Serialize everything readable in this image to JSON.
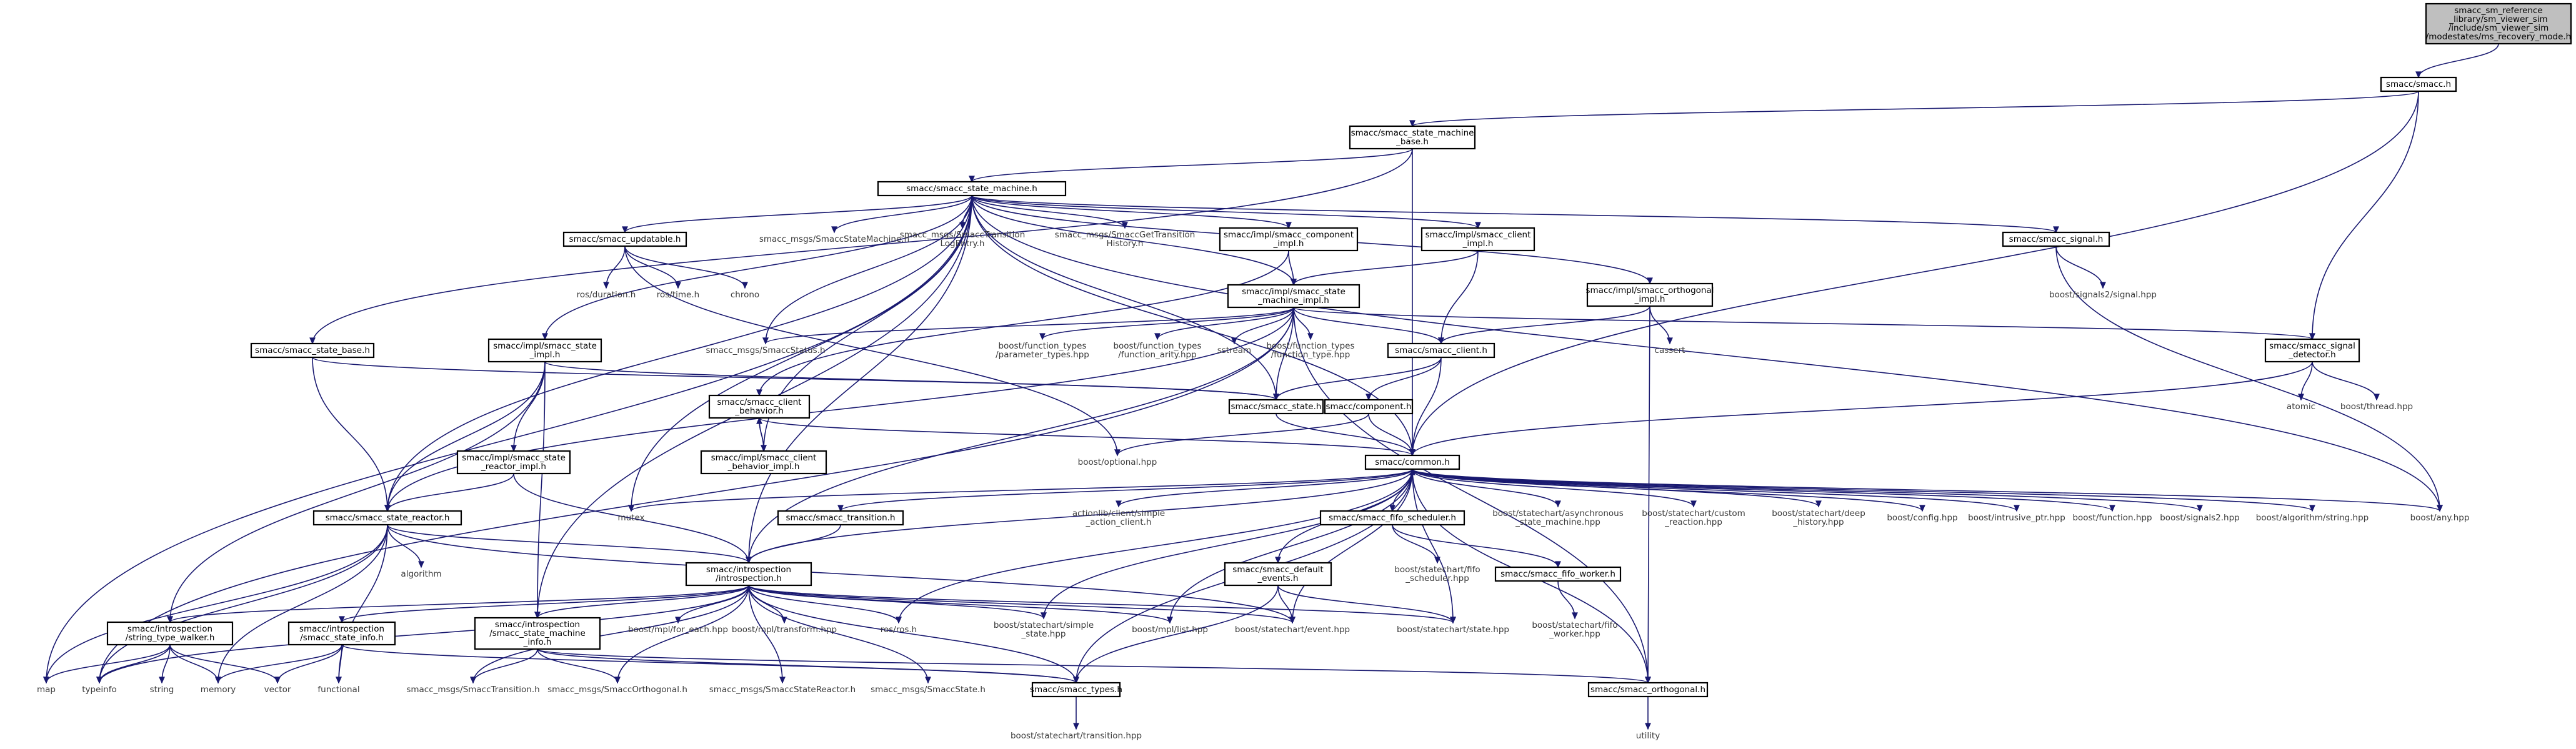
{
  "diagram": {
    "nodes": {
      "root": [
        "smacc_sm_reference",
        "_library/sm_viewer_sim",
        "/include/sm_viewer_sim",
        "/modestates/ms_recovery_mode.h"
      ],
      "smacc_h": [
        "smacc/smacc.h"
      ],
      "state_machine_base": [
        "smacc/smacc_state_machine",
        "_base.h"
      ],
      "state_machine": [
        "smacc/smacc_state_machine.h"
      ],
      "map": [
        "map"
      ],
      "state_base": [
        "smacc/smacc_state_base.h"
      ],
      "state_reactor": [
        "smacc/smacc_state_reactor.h"
      ],
      "updatable": [
        "smacc/smacc_updatable.h"
      ],
      "ros_duration": [
        "ros/duration.h"
      ],
      "ros_time": [
        "ros/time.h"
      ],
      "chrono": [
        "chrono"
      ],
      "msg_state_machine": [
        "smacc_msgs/SmaccStateMachine.h"
      ],
      "msg_transition_log": [
        "smacc_msgs/SmaccTransition",
        "LogEntry.h"
      ],
      "msg_get_transition": [
        "smacc_msgs/SmaccGetTransition",
        "History.h"
      ],
      "component_impl": [
        "smacc/impl/smacc_component",
        "_impl.h"
      ],
      "client_impl": [
        "smacc/impl/smacc_client",
        "_impl.h"
      ],
      "orthogonal_impl": [
        "smacc/impl/smacc_orthogonal",
        "_impl.h"
      ],
      "signal_h": [
        "smacc/smacc_signal.h"
      ],
      "signals2_signal": [
        "boost/signals2/signal.hpp"
      ],
      "state_machine_impl": [
        "smacc/impl/smacc_state",
        "_machine_impl.h"
      ],
      "state_impl": [
        "smacc/impl/smacc_state",
        "_impl.h"
      ],
      "msg_status": [
        "smacc_msgs/SmaccStatus.h"
      ],
      "ft_param_types": [
        "boost/function_types",
        "/parameter_types.hpp"
      ],
      "ft_arity": [
        "boost/function_types",
        "/function_arity.hpp"
      ],
      "sstream": [
        "sstream"
      ],
      "ft_type": [
        "boost/function_types",
        "/function_type.hpp"
      ],
      "client_h": [
        "smacc/smacc_client.h"
      ],
      "cassert": [
        "cassert"
      ],
      "signal_detector": [
        "smacc/smacc_signal",
        "_detector.h"
      ],
      "client_behavior": [
        "smacc/smacc_client",
        "_behavior.h"
      ],
      "state_h": [
        "smacc/smacc_state.h"
      ],
      "component_h": [
        "smacc/component.h"
      ],
      "atomic": [
        "atomic"
      ],
      "thread_hpp": [
        "boost/thread.hpp"
      ],
      "state_reactor_impl": [
        "smacc/impl/smacc_state",
        "_reactor_impl.h"
      ],
      "client_behavior_impl": [
        "smacc/impl/smacc_client",
        "_behavior_impl.h"
      ],
      "optional_hpp": [
        "boost/optional.hpp"
      ],
      "common_h": [
        "smacc/common.h"
      ],
      "mutex": [
        "mutex"
      ],
      "transition_h": [
        "smacc/smacc_transition.h"
      ],
      "action_client": [
        "actionlib/client/simple",
        "_action_client.h"
      ],
      "fifo_scheduler": [
        "smacc/smacc_fifo_scheduler.h"
      ],
      "sc_async": [
        "boost/statechart/asynchronous",
        "_state_machine.hpp"
      ],
      "sc_custom": [
        "boost/statechart/custom",
        "_reaction.hpp"
      ],
      "sc_deep": [
        "boost/statechart/deep",
        "_history.hpp"
      ],
      "config_hpp": [
        "boost/config.hpp"
      ],
      "intrusive_ptr": [
        "boost/intrusive_ptr.hpp"
      ],
      "function_hpp": [
        "boost/function.hpp"
      ],
      "signals2_hpp": [
        "boost/signals2.hpp"
      ],
      "algorithm_string": [
        "boost/algorithm/string.hpp"
      ],
      "any_hpp": [
        "boost/any.hpp"
      ],
      "algorithm": [
        "algorithm"
      ],
      "introspection_h": [
        "smacc/introspection",
        "/introspection.h"
      ],
      "sc_fifo_scheduler": [
        "boost/statechart/fifo",
        "_scheduler.hpp"
      ],
      "fifo_worker": [
        "smacc/smacc_fifo_worker.h"
      ],
      "default_events": [
        "smacc/smacc_default",
        "_events.h"
      ],
      "sc_fifo_worker": [
        "boost/statechart/fifo",
        "_worker.hpp"
      ],
      "string_type_walker": [
        "smacc/introspection",
        "/string_type_walker.h"
      ],
      "state_info": [
        "smacc/introspection",
        "/smacc_state_info.h"
      ],
      "sm_info": [
        "smacc/introspection",
        "/smacc_state_machine",
        "_info.h"
      ],
      "mpl_for_each": [
        "boost/mpl/for_each.hpp"
      ],
      "mpl_transform": [
        "boost/mpl/transform.hpp"
      ],
      "ros_h": [
        "ros/ros.h"
      ],
      "sc_simple_state": [
        "boost/statechart/simple",
        "_state.hpp"
      ],
      "mpl_list": [
        "boost/mpl/list.hpp"
      ],
      "sc_event": [
        "boost/statechart/event.hpp"
      ],
      "sc_state": [
        "boost/statechart/state.hpp"
      ],
      "typeinfo": [
        "typeinfo"
      ],
      "string": [
        "string"
      ],
      "memory": [
        "memory"
      ],
      "vector": [
        "vector"
      ],
      "functional": [
        "functional"
      ],
      "msg_transition": [
        "smacc_msgs/SmaccTransition.h"
      ],
      "msg_orthogonal": [
        "smacc_msgs/SmaccOrthogonal.h"
      ],
      "msg_state_reactor": [
        "smacc_msgs/SmaccStateReactor.h"
      ],
      "msg_state": [
        "smacc_msgs/SmaccState.h"
      ],
      "types_h": [
        "smacc/smacc_types.h"
      ],
      "orthogonal_h": [
        "smacc/smacc_orthogonal.h"
      ],
      "utility": [
        "utility"
      ],
      "sc_transition": [
        "boost/statechart/transition.hpp"
      ]
    },
    "edges": [
      [
        "root",
        "smacc_h"
      ],
      [
        "smacc_h",
        "state_machine_base"
      ],
      [
        "smacc_h",
        "common_h"
      ],
      [
        "smacc_h",
        "signal_detector"
      ],
      [
        "state_machine_base",
        "state_machine"
      ],
      [
        "state_machine_base",
        "state_base"
      ],
      [
        "state_machine_base",
        "common_h"
      ],
      [
        "state_base",
        "state_reactor"
      ],
      [
        "state_base",
        "state_h"
      ],
      [
        "state_machine",
        "map"
      ],
      [
        "state_machine",
        "state_reactor"
      ],
      [
        "state_machine",
        "updatable"
      ],
      [
        "state_machine",
        "msg_state_machine"
      ],
      [
        "state_machine",
        "msg_transition_log"
      ],
      [
        "state_machine",
        "msg_get_transition"
      ],
      [
        "state_machine",
        "component_impl"
      ],
      [
        "state_machine",
        "client_impl"
      ],
      [
        "state_machine",
        "orthogonal_impl"
      ],
      [
        "state_machine",
        "signal_h"
      ],
      [
        "state_machine",
        "state_machine_impl"
      ],
      [
        "state_machine",
        "state_impl"
      ],
      [
        "state_machine",
        "msg_status"
      ],
      [
        "state_machine",
        "any_hpp"
      ],
      [
        "state_machine",
        "mutex"
      ],
      [
        "state_machine",
        "introspection_h"
      ],
      [
        "state_machine",
        "sm_info"
      ],
      [
        "state_machine",
        "client_behavior_impl"
      ],
      [
        "state_machine",
        "state_h"
      ],
      [
        "state_machine",
        "common_h"
      ],
      [
        "updatable",
        "ros_duration"
      ],
      [
        "updatable",
        "ros_time"
      ],
      [
        "updatable",
        "chrono"
      ],
      [
        "updatable",
        "optional_hpp"
      ],
      [
        "component_impl",
        "state_machine_impl"
      ],
      [
        "component_impl",
        "client_behavior"
      ],
      [
        "client_impl",
        "state_machine_impl"
      ],
      [
        "client_impl",
        "client_h"
      ],
      [
        "orthogonal_impl",
        "client_h"
      ],
      [
        "orthogonal_impl",
        "cassert"
      ],
      [
        "orthogonal_impl",
        "orthogonal_h"
      ],
      [
        "signal_h",
        "signals2_signal"
      ],
      [
        "signal_h",
        "any_hpp"
      ],
      [
        "state_machine_impl",
        "msg_status"
      ],
      [
        "state_machine_impl",
        "ft_param_types"
      ],
      [
        "state_machine_impl",
        "ft_arity"
      ],
      [
        "state_machine_impl",
        "sstream"
      ],
      [
        "state_machine_impl",
        "ft_type"
      ],
      [
        "state_machine_impl",
        "client_h"
      ],
      [
        "state_machine_impl",
        "signal_detector"
      ],
      [
        "state_machine_impl",
        "state_h"
      ],
      [
        "state_machine_impl",
        "state_reactor"
      ],
      [
        "state_machine_impl",
        "introspection_h"
      ],
      [
        "state_machine_impl",
        "orthogonal_h"
      ],
      [
        "state_machine_impl",
        "typeinfo"
      ],
      [
        "state_impl",
        "state_h"
      ],
      [
        "state_impl",
        "state_reactor"
      ],
      [
        "state_impl",
        "state_reactor_impl"
      ],
      [
        "state_impl",
        "string_type_walker"
      ],
      [
        "state_impl",
        "sm_info"
      ],
      [
        "client_h",
        "component_h"
      ],
      [
        "client_h",
        "state_h"
      ],
      [
        "client_h",
        "common_h"
      ],
      [
        "signal_detector",
        "atomic"
      ],
      [
        "signal_detector",
        "thread_hpp"
      ],
      [
        "signal_detector",
        "common_h"
      ],
      [
        "client_behavior",
        "client_behavior_impl"
      ],
      [
        "client_behavior",
        "common_h"
      ],
      [
        "client_behavior_impl",
        "client_behavior"
      ],
      [
        "state_h",
        "common_h"
      ],
      [
        "component_h",
        "common_h"
      ],
      [
        "component_h",
        "optional_hpp"
      ],
      [
        "state_reactor_impl",
        "state_reactor"
      ],
      [
        "state_reactor_impl",
        "introspection_h"
      ],
      [
        "common_h",
        "mutex"
      ],
      [
        "common_h",
        "transition_h"
      ],
      [
        "common_h",
        "action_client"
      ],
      [
        "common_h",
        "fifo_scheduler"
      ],
      [
        "common_h",
        "sc_async"
      ],
      [
        "common_h",
        "sc_custom"
      ],
      [
        "common_h",
        "sc_deep"
      ],
      [
        "common_h",
        "config_hpp"
      ],
      [
        "common_h",
        "intrusive_ptr"
      ],
      [
        "common_h",
        "function_hpp"
      ],
      [
        "common_h",
        "signals2_hpp"
      ],
      [
        "common_h",
        "algorithm_string"
      ],
      [
        "common_h",
        "any_hpp"
      ],
      [
        "common_h",
        "introspection_h"
      ],
      [
        "common_h",
        "default_events"
      ],
      [
        "common_h",
        "types_h"
      ],
      [
        "common_h",
        "ros_h"
      ],
      [
        "common_h",
        "sc_simple_state"
      ],
      [
        "common_h",
        "mpl_list"
      ],
      [
        "common_h",
        "sc_event"
      ],
      [
        "common_h",
        "sc_state"
      ],
      [
        "transition_h",
        "introspection_h"
      ],
      [
        "fifo_scheduler",
        "sc_fifo_scheduler"
      ],
      [
        "fifo_scheduler",
        "fifo_worker"
      ],
      [
        "fifo_worker",
        "sc_fifo_worker"
      ],
      [
        "default_events",
        "sc_event"
      ],
      [
        "default_events",
        "sc_state"
      ],
      [
        "default_events",
        "types_h"
      ],
      [
        "state_reactor",
        "algorithm"
      ],
      [
        "state_reactor",
        "map"
      ],
      [
        "state_reactor",
        "typeinfo"
      ],
      [
        "state_reactor",
        "memory"
      ],
      [
        "state_reactor",
        "functional"
      ],
      [
        "state_reactor",
        "introspection_h"
      ],
      [
        "state_reactor",
        "sc_event"
      ],
      [
        "introspection_h",
        "string_type_walker"
      ],
      [
        "introspection_h",
        "state_info"
      ],
      [
        "introspection_h",
        "sm_info"
      ],
      [
        "introspection_h",
        "mpl_for_each"
      ],
      [
        "introspection_h",
        "mpl_transform"
      ],
      [
        "introspection_h",
        "ros_h"
      ],
      [
        "introspection_h",
        "sc_simple_state"
      ],
      [
        "introspection_h",
        "mpl_list"
      ],
      [
        "introspection_h",
        "sc_event"
      ],
      [
        "introspection_h",
        "sc_state"
      ],
      [
        "introspection_h",
        "typeinfo"
      ],
      [
        "introspection_h",
        "msg_transition"
      ],
      [
        "introspection_h",
        "msg_orthogonal"
      ],
      [
        "introspection_h",
        "msg_state_reactor"
      ],
      [
        "introspection_h",
        "msg_state"
      ],
      [
        "introspection_h",
        "types_h"
      ],
      [
        "string_type_walker",
        "map"
      ],
      [
        "string_type_walker",
        "typeinfo"
      ],
      [
        "string_type_walker",
        "string"
      ],
      [
        "string_type_walker",
        "memory"
      ],
      [
        "string_type_walker",
        "vector"
      ],
      [
        "state_info",
        "memory"
      ],
      [
        "state_info",
        "vector"
      ],
      [
        "state_info",
        "functional"
      ],
      [
        "state_info",
        "types_h"
      ],
      [
        "sm_info",
        "msg_transition"
      ],
      [
        "sm_info",
        "msg_orthogonal"
      ],
      [
        "sm_info",
        "types_h"
      ],
      [
        "sm_info",
        "orthogonal_h"
      ],
      [
        "types_h",
        "sc_transition"
      ],
      [
        "orthogonal_h",
        "utility"
      ],
      [
        "orthogonal_h",
        "common_h"
      ]
    ]
  }
}
